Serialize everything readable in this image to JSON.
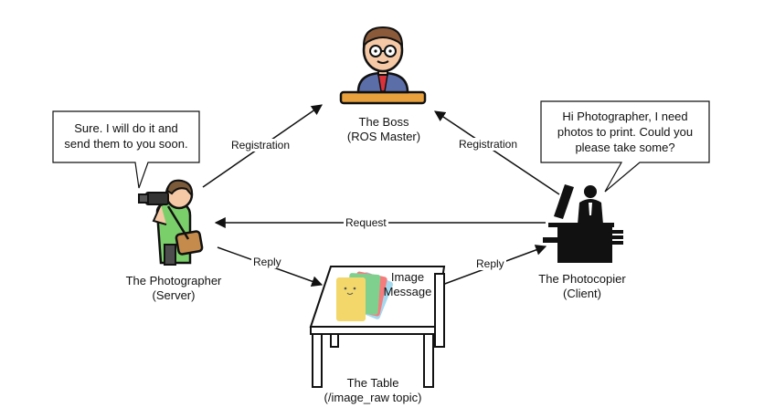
{
  "nodes": {
    "boss": {
      "name": "The Boss",
      "role": "(ROS Master)"
    },
    "photographer": {
      "name": "The Photographer",
      "role": "(Server)"
    },
    "photocopier": {
      "name": "The Photocopier",
      "role": "(Client)"
    },
    "table": {
      "name": "The Table",
      "role": "(/image_raw topic)"
    }
  },
  "message": {
    "line1": "Image",
    "line2": "Message"
  },
  "edges": {
    "registration_left": "Registration",
    "registration_right": "Registration",
    "request": "Request",
    "reply_left": "Reply",
    "reply_right": "Reply"
  },
  "bubbles": {
    "photographer": {
      "line1": "Sure. I will do it and",
      "line2": "send them to you soon."
    },
    "photocopier": {
      "line1": "Hi Photographer, I need",
      "line2": "photos to print. Could you",
      "line3": "please take some?"
    }
  },
  "icons": {
    "boss": "boss-icon",
    "photographer": "photographer-icon",
    "photocopier": "photocopier-icon",
    "table": "table-icon",
    "message": "photo-stack-icon"
  },
  "colors": {
    "line": "#111111",
    "boss_skin": "#f5c9a5",
    "photographer_shirt": "#7bcf6a",
    "bag": "#c48b4c",
    "desk": "#e8a13c"
  }
}
